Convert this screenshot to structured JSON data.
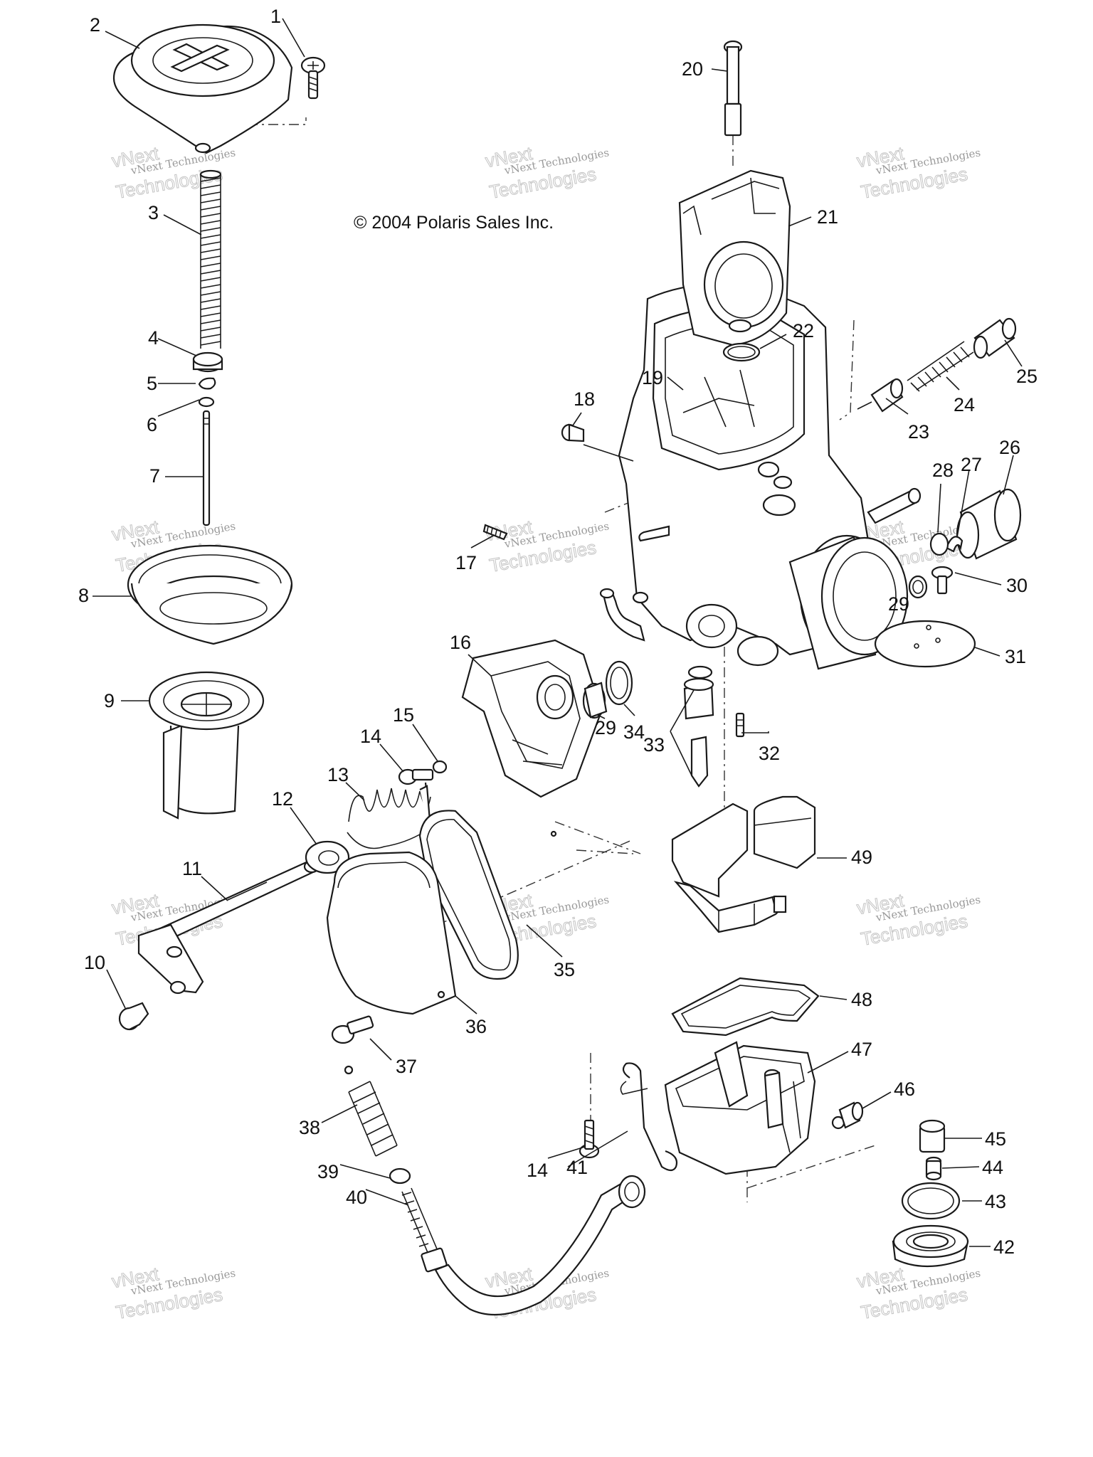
{
  "copyright": "© 2004 Polaris Sales Inc.",
  "watermark": {
    "line1": "vNext Technologies",
    "line2": "Technologies",
    "brand": "vNext"
  },
  "colors": {
    "ink": "#1a1a1a",
    "watermark": "#c4c4c4",
    "background": "#ffffff"
  },
  "callouts": [
    "1",
    "2",
    "3",
    "4",
    "5",
    "6",
    "7",
    "8",
    "9",
    "10",
    "11",
    "12",
    "13",
    "14",
    "15",
    "16",
    "17",
    "18",
    "19",
    "20",
    "21",
    "22",
    "23",
    "24",
    "25",
    "26",
    "27",
    "28",
    "29",
    "30",
    "31",
    "32",
    "33",
    "34",
    "35",
    "36",
    "37",
    "38",
    "39",
    "40",
    "41",
    "42",
    "43",
    "44",
    "45",
    "46",
    "47",
    "48",
    "49",
    "14",
    "29"
  ]
}
